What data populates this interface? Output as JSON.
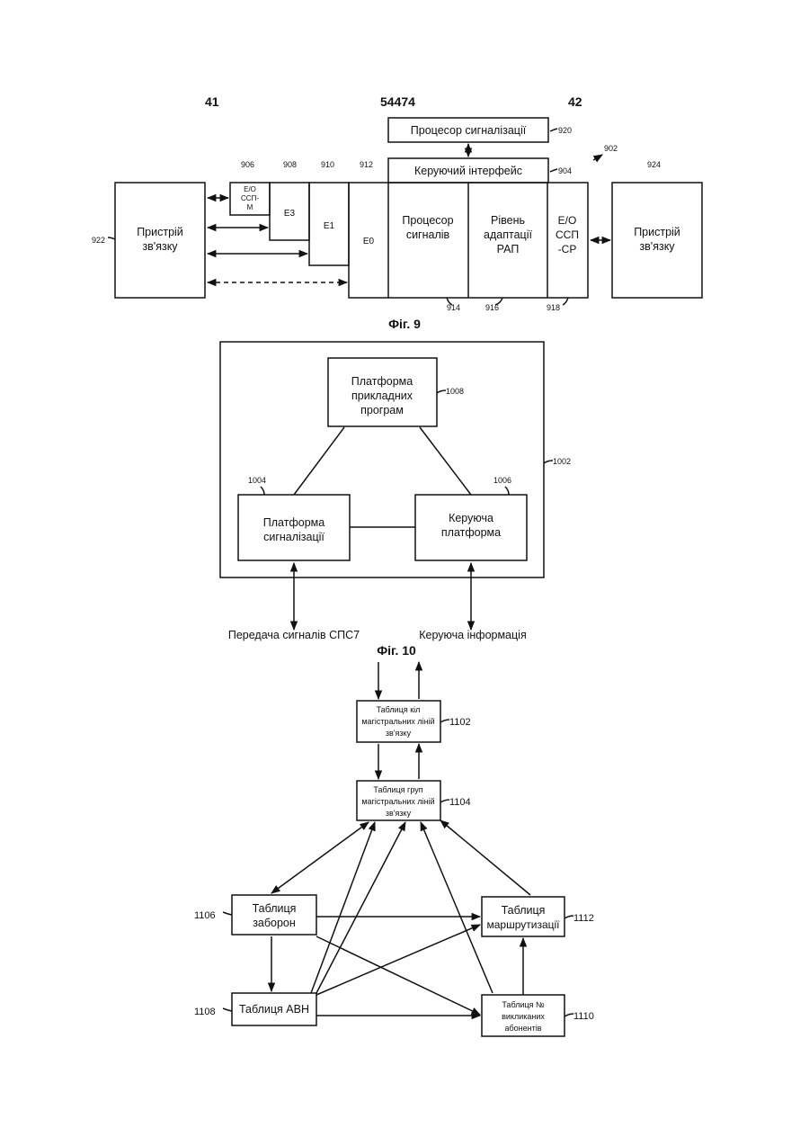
{
  "header": {
    "left_page": "41",
    "center_number": "54474",
    "right_page": "42"
  },
  "fig9": {
    "caption": "Фіг. 9",
    "signal_processor": "Процесор сигналізації",
    "control_interface": "Керуючий інтерфейс",
    "device_left": [
      "Пристрій",
      "зв'язку"
    ],
    "device_right": [
      "Пристрій",
      "зв'язку"
    ],
    "eo_ssp_m": [
      "Е/О",
      "ССП-",
      "М"
    ],
    "e3": "Е3",
    "e1": "Е1",
    "e0": "Е0",
    "sig_processor": [
      "Процесор",
      "сигналів"
    ],
    "aal_level": [
      "Рівень",
      "адаптації",
      "РАП"
    ],
    "eo_ssp_sr": [
      "Е/О",
      "ССП",
      "-СР"
    ],
    "refs": {
      "r920": "920",
      "r902": "902",
      "r904": "904",
      "r906": "906",
      "r908": "908",
      "r910": "910",
      "r912": "912",
      "r924": "924",
      "r922": "922",
      "r914": "914",
      "r916": "916",
      "r918": "918"
    }
  },
  "fig10": {
    "caption": "Фіг. 10",
    "app_platform": [
      "Платформа",
      "прикладних",
      "програм"
    ],
    "signal_platform": [
      "Платформа",
      "сигналізації"
    ],
    "control_platform": [
      "Керуюча",
      "платформа"
    ],
    "ss7_label": "Передача сигналів СПС7",
    "control_info": "Керуюча інформація",
    "refs": {
      "r1008": "1008",
      "r1004": "1004",
      "r1006": "1006",
      "r1002": "1002"
    }
  },
  "fig11": {
    "trunk_circuit_table": [
      "Таблиця кіл",
      "магістральних ліній",
      "зв'язку"
    ],
    "trunk_group_table": [
      "Таблиця груп",
      "магістральних ліній",
      "зв'язку"
    ],
    "exception_table": [
      "Таблиця",
      "заборон"
    ],
    "routing_table": [
      "Таблиця",
      "маршрутизації"
    ],
    "abn_table": "Таблиця АВН",
    "called_table": [
      "Таблиця №",
      "викликаних",
      "абонентів"
    ],
    "refs": {
      "r1102": "1102",
      "r1104": "1104",
      "r1106": "1106",
      "r1112": "1112",
      "r1108": "1108",
      "r1110": "1110"
    }
  }
}
